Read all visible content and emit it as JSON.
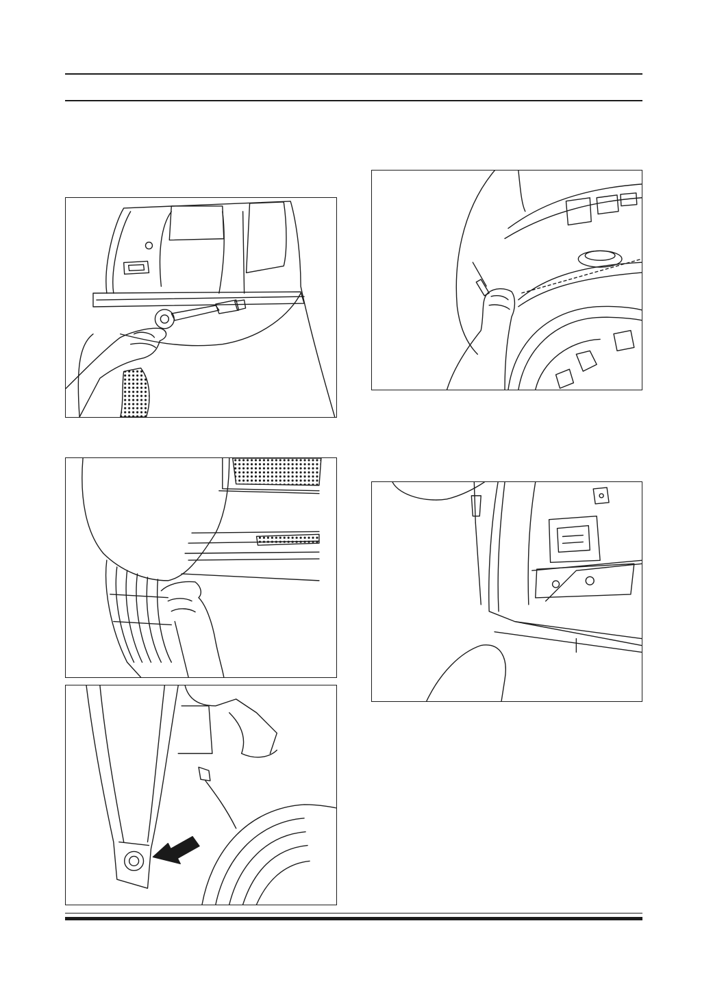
{
  "page": {
    "header_rules": [
      "top-rule",
      "second-rule"
    ],
    "footer_rules": [
      "footer-thin-rule",
      "footer-thick-rule"
    ]
  },
  "figures": [
    {
      "id": "fig-wheel-arch-bolt-removal",
      "depicts": "hand-with-socket-wrench"
    },
    {
      "id": "fig-wheel-arch-liner-release",
      "depicts": "hand-with-screwdriver"
    },
    {
      "id": "fig-front-wheel-liner-pull",
      "depicts": "hand-pulling-liner"
    },
    {
      "id": "fig-rear-panel-screwdriver",
      "depicts": "hand-with-screwdriver"
    },
    {
      "id": "fig-liner-bolt-arrow",
      "depicts": "arrow-pointing-to-bolt"
    }
  ]
}
